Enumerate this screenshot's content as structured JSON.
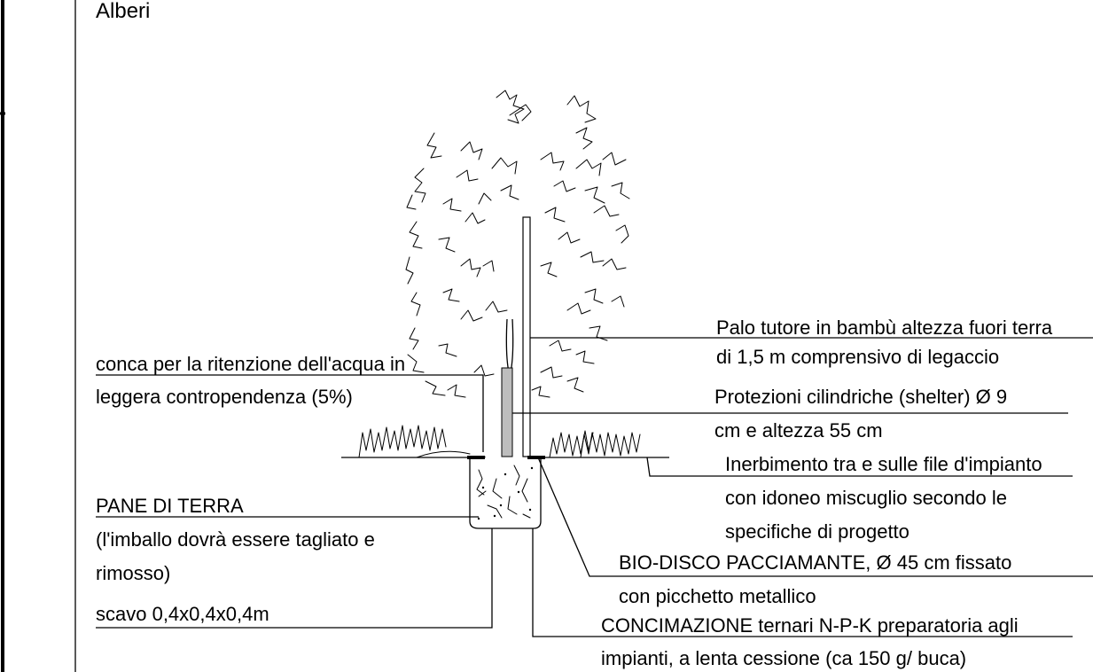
{
  "title": "Alberi",
  "labels": {
    "palo_1": "Palo tutore in bambù altezza fuori terra",
    "palo_2": "di 1,5 m comprensivo di legaccio",
    "conca_1": "conca per la ritenzione dell'acqua in",
    "conca_2": "leggera contropendenza (5%)",
    "shelter_1": "Protezioni cilindriche (shelter) Ø 9",
    "shelter_2": "cm e altezza 55 cm",
    "inerb_1": "Inerbimento tra e sulle file d'impianto",
    "inerb_2": "con idoneo miscuglio secondo le",
    "inerb_3": "specifiche di progetto",
    "pane_1": "PANE DI TERRA",
    "pane_2": "(l'imballo dovrà essere tagliato e",
    "pane_3": "rimosso)",
    "bio_1": "BIO-DISCO PACCIAMANTE, Ø 45 cm fissato",
    "bio_2": "con picchetto metallico",
    "scavo": "scavo 0,4x0,4x0,4m",
    "conc_1": "CONCIMAZIONE ternari N-P-K preparatoria agli",
    "conc_2": "impianti, a lenta cessione (ca 150 g/ buca)"
  }
}
